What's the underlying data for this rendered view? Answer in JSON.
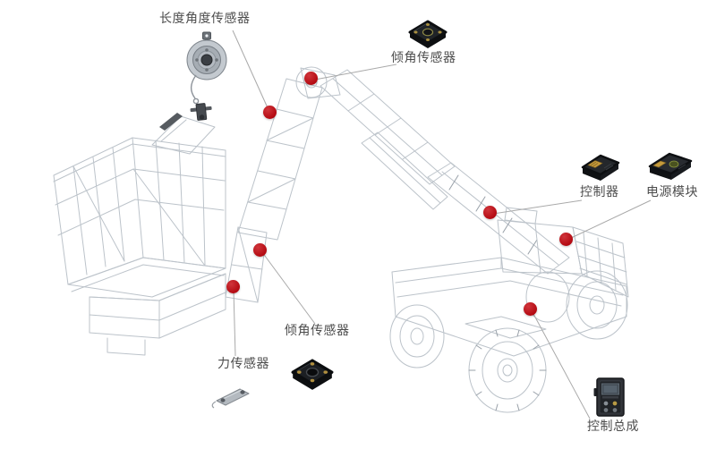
{
  "diagram": {
    "colors": {
      "marker": "#b2070f",
      "line": "#a9a9a9",
      "wireframe": "#bcc3ca",
      "label_text": "#4d4d4d",
      "background": "#ffffff"
    },
    "callouts": [
      {
        "id": "length-angle-sensor",
        "label": "长度角度传感器",
        "icon": "cable-reel-sensor-icon"
      },
      {
        "id": "tilt-sensor-top",
        "label": "倾角传感器",
        "icon": "tilt-sensor-icon"
      },
      {
        "id": "controller",
        "label": "控制器",
        "icon": "controller-icon"
      },
      {
        "id": "power-module",
        "label": "电源模块",
        "icon": "power-module-icon"
      },
      {
        "id": "tilt-sensor-bottom",
        "label": "倾角传感器",
        "icon": "tilt-sensor-icon"
      },
      {
        "id": "force-sensor",
        "label": "力传感器",
        "icon": "force-sensor-icon"
      },
      {
        "id": "control-assembly",
        "label": "控制总成",
        "icon": "control-assembly-icon"
      }
    ]
  }
}
